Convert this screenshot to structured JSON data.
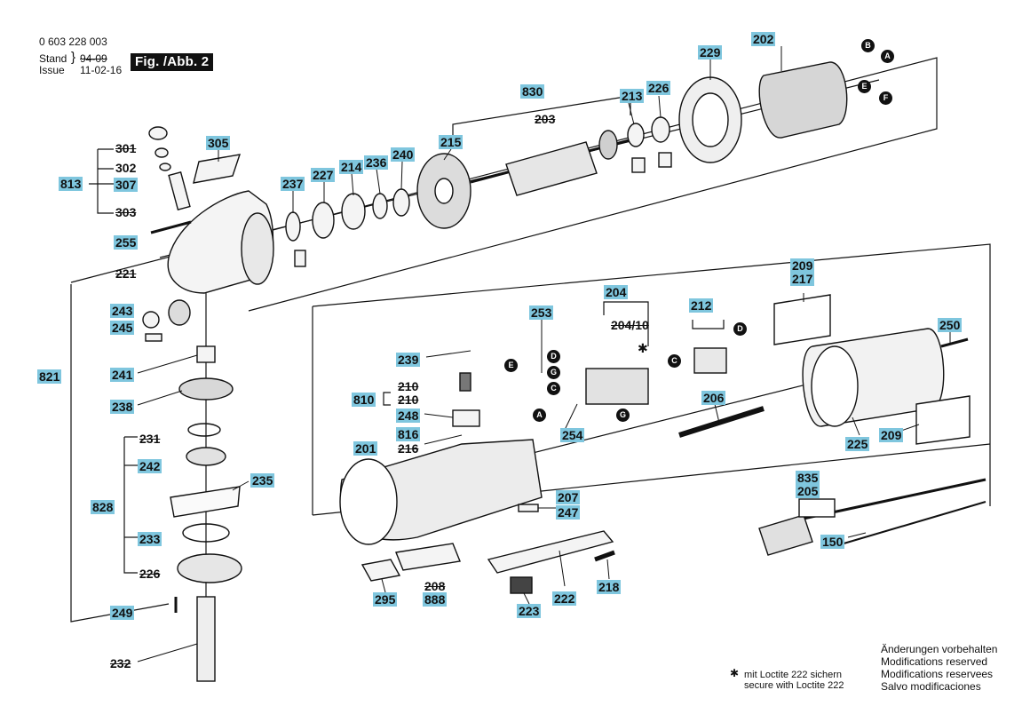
{
  "header": {
    "part_number": "0 603 228 003",
    "stand_label": "Stand",
    "stand_value": "94-09",
    "issue_label": "Issue",
    "issue_value": "11-02-16",
    "figure_label": "Fig. /Abb. 2"
  },
  "labels": {
    "l202": "202",
    "l229": "229",
    "l830": "830",
    "l213": "213",
    "l226a": "226",
    "l203": "203",
    "l215": "215",
    "l301": "301",
    "l305": "305",
    "l302": "302",
    "l307": "307",
    "l813": "813",
    "l303": "303",
    "l237": "237",
    "l227": "227",
    "l214": "214",
    "l236": "236",
    "l240": "240",
    "l255": "255",
    "l221": "221",
    "l209a": "209",
    "l217": "217",
    "l204": "204",
    "l253": "253",
    "l204_10": "204/10",
    "l212": "212",
    "l250": "250",
    "l243": "243",
    "l245": "245",
    "l239": "239",
    "l241": "241",
    "l821": "821",
    "l810": "810",
    "l210a": "210",
    "l210b": "210",
    "l238": "238",
    "l248": "248",
    "l206": "206",
    "l816": "816",
    "l216": "216",
    "l254": "254",
    "l231": "231",
    "l201": "201",
    "l225": "225",
    "l209b": "209",
    "l242": "242",
    "l235": "235",
    "l207": "207",
    "l247": "247",
    "l835": "835",
    "l205": "205",
    "l828": "828",
    "l233": "233",
    "l150": "150",
    "l226b": "226",
    "l208": "208",
    "l888": "888",
    "l295": "295",
    "l222": "222",
    "l218": "218",
    "l249": "249",
    "l223": "223",
    "l232": "232"
  },
  "connectors": {
    "b1": "B",
    "a1": "A",
    "e1": "E",
    "f1": "F",
    "d1": "D",
    "g1": "G",
    "c1": "C",
    "e2": "E",
    "d2": "D",
    "c2": "C",
    "a2": "A",
    "g2": "G"
  },
  "footnote": {
    "star": "✱",
    "line1": "mit Loctite 222 sichern",
    "line2": "secure with Loctite 222"
  },
  "disclaimer": {
    "de": "Änderungen vorbehalten",
    "en": "Modifications reserved",
    "fr": "Modifications reservees",
    "es": "Salvo modificaciones"
  }
}
